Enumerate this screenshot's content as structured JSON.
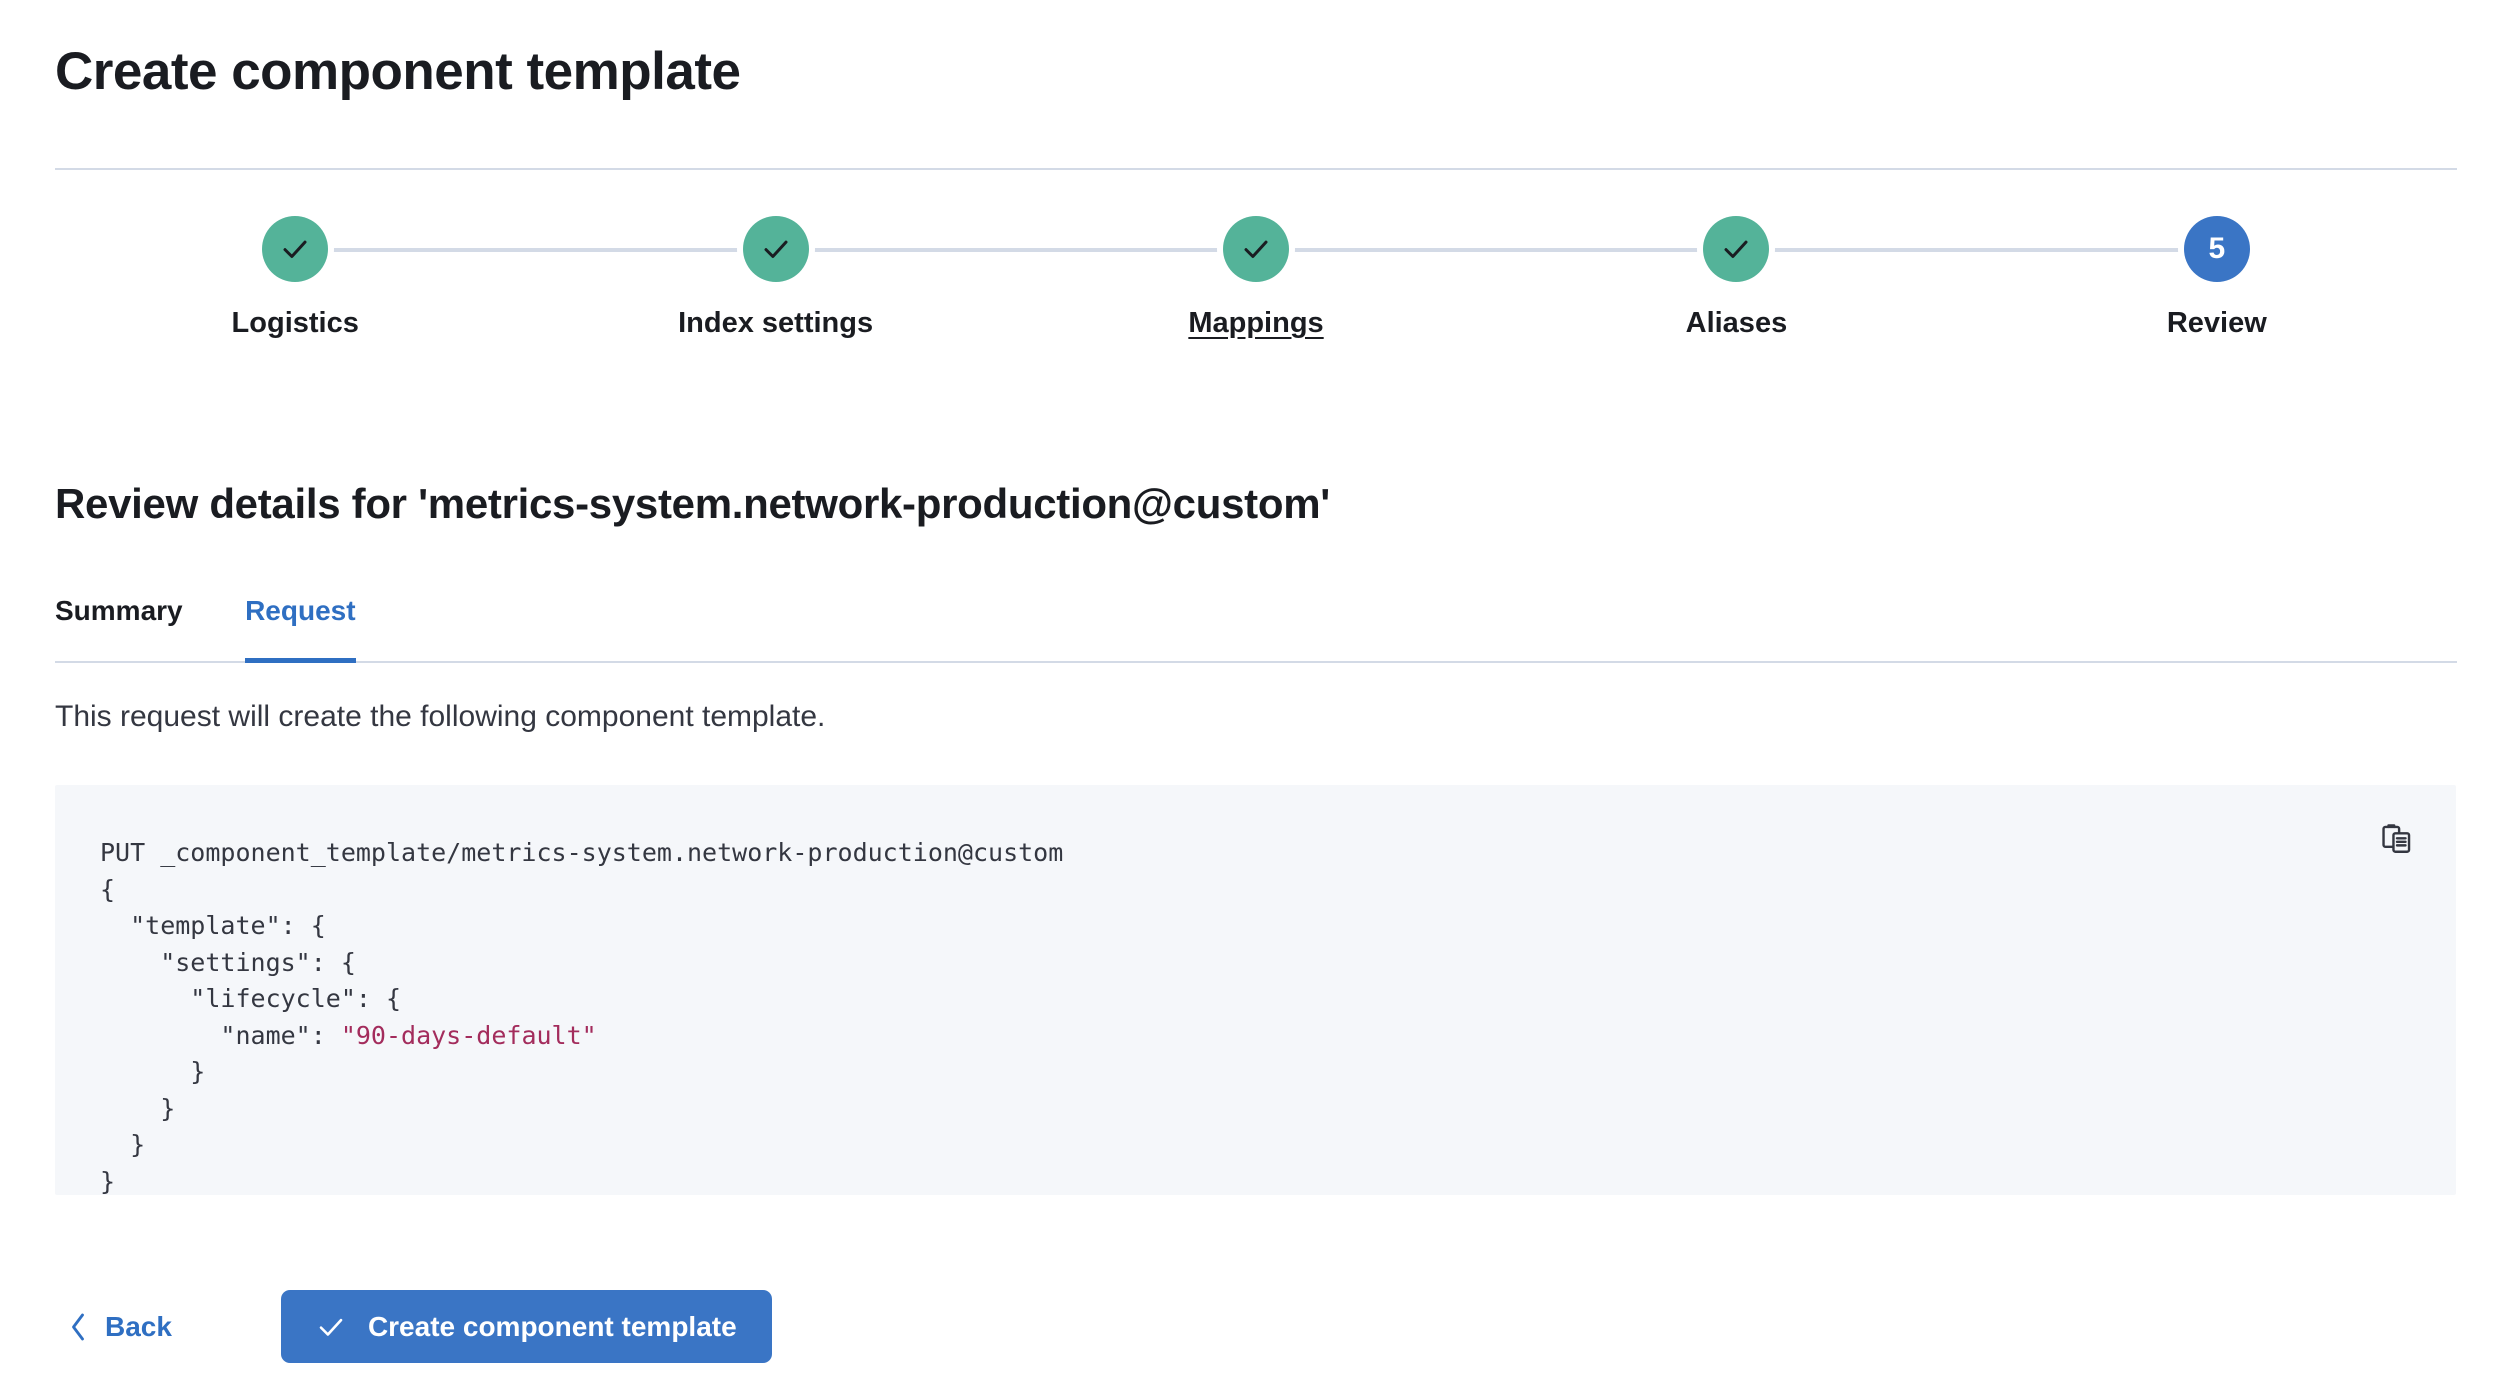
{
  "header": {
    "title": "Create component template"
  },
  "wizard": {
    "steps": [
      {
        "label": "Logistics",
        "state": "done",
        "icon": "check-icon",
        "number": "1",
        "hovered": false
      },
      {
        "label": "Index settings",
        "state": "done",
        "icon": "check-icon",
        "number": "2",
        "hovered": false
      },
      {
        "label": "Mappings",
        "state": "done",
        "icon": "check-icon",
        "number": "3",
        "hovered": true
      },
      {
        "label": "Aliases",
        "state": "done",
        "icon": "check-icon",
        "number": "4",
        "hovered": false
      },
      {
        "label": "Review",
        "state": "current",
        "icon": "",
        "number": "5",
        "hovered": false
      }
    ],
    "colors": {
      "done": "#54b399",
      "current": "#3a75c5",
      "connector": "#d3dae6"
    }
  },
  "review": {
    "heading": "Review details for 'metrics-system.network-production@custom'",
    "tabs": [
      {
        "label": "Summary",
        "active": false
      },
      {
        "label": "Request",
        "active": true
      }
    ],
    "description": "This request will create the following component template.",
    "code": {
      "line1": "PUT _component_template/metrics-system.network-production@custom",
      "line2": "{",
      "line3": "  \"template\": {",
      "line4": "    \"settings\": {",
      "line5": "      \"lifecycle\": {",
      "line6_key": "        \"name\": ",
      "line6_value": "\"90-days-default\"",
      "line7": "      }",
      "line8": "    }",
      "line9": "  }",
      "line10": "}",
      "copy_icon": "copy-clipboard-icon",
      "string_color": "#a32c5c",
      "background": "#f5f7fa"
    }
  },
  "footer": {
    "back_label": "Back",
    "back_icon": "chevron-left-icon",
    "create_label": "Create component template",
    "create_icon": "check-icon",
    "primary_color": "#3a75c5"
  }
}
